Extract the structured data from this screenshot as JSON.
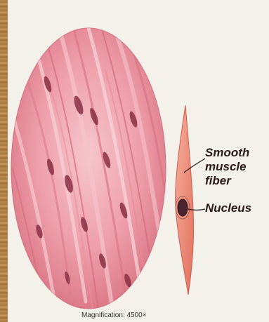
{
  "labels": {
    "fiber_line1": "Smooth",
    "fiber_line2": "muscle",
    "fiber_line3": "fiber",
    "nucleus": "Nucleus"
  },
  "caption": {
    "magnification": "Magnification: 4500×"
  },
  "colors": {
    "background": "#f3f1ea",
    "tissue_light": "#f4b9c1",
    "tissue_mid": "#e98d99",
    "tissue_dark": "#c85f6d",
    "fiber_fill": "#ee8f78",
    "nucleus_fill": "#4a2530",
    "label_text": "#2b1a1a"
  }
}
